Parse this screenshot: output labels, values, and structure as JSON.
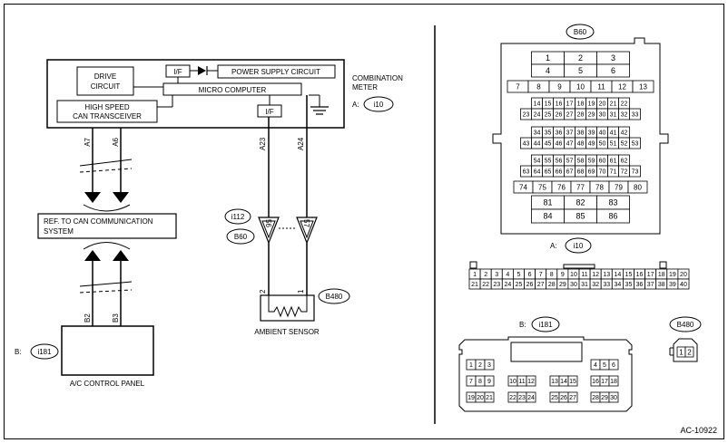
{
  "diagram_id": "AC-10922",
  "combination_meter": {
    "title_line1": "COMBINATION",
    "title_line2": "METER",
    "conn_prefix": "A:",
    "conn": "i10",
    "drive_circuit_line1": "DRIVE",
    "drive_circuit_line2": "CIRCUIT",
    "if_top": "I/F",
    "power_supply": "POWER SUPPLY CIRCUIT",
    "micro_computer": "MICRO COMPUTER",
    "can_line1": "HIGH SPEED",
    "can_line2": "CAN TRANSCEIVER",
    "if_bottom": "I/F"
  },
  "wires": {
    "a7": "A7",
    "a6": "A6",
    "a23": "A23",
    "a24": "A24",
    "b2": "B2",
    "b3": "B3"
  },
  "can_ref": {
    "line1": "REF. TO CAN COMMUNICATION",
    "line2": "SYSTEM"
  },
  "connectors": {
    "i112": "i112",
    "b60": "B60",
    "pin56": "56",
    "pin57": "57",
    "b480": "B480",
    "pin2": "2",
    "pin1": "1"
  },
  "ambient_sensor": "AMBIENT SENSOR",
  "ac_panel": {
    "prefix": "B:",
    "conn": "i181",
    "label": "A/C CONTROL PANEL"
  },
  "b60_face": {
    "title": "B60",
    "rows": [
      [
        "1",
        "2",
        "3"
      ],
      [
        "4",
        "5",
        "6"
      ],
      [
        "7",
        "8",
        "9",
        "10",
        "11",
        "12",
        "13"
      ],
      [
        "14",
        "15",
        "16",
        "17",
        "18",
        "19",
        "20",
        "21",
        "22"
      ],
      [
        "23",
        "24",
        "25",
        "26",
        "27",
        "28",
        "29",
        "30",
        "31",
        "32",
        "33"
      ],
      [
        "34",
        "35",
        "36",
        "37",
        "38",
        "39",
        "40",
        "41",
        "42"
      ],
      [
        "43",
        "44",
        "45",
        "46",
        "47",
        "48",
        "49",
        "50",
        "51",
        "52",
        "53"
      ],
      [
        "54",
        "55",
        "56",
        "57",
        "58",
        "59",
        "60",
        "61",
        "62"
      ],
      [
        "63",
        "64",
        "65",
        "66",
        "67",
        "68",
        "69",
        "70",
        "71",
        "72",
        "73"
      ],
      [
        "74",
        "75",
        "76",
        "77",
        "78",
        "79",
        "80"
      ],
      [
        "81",
        "82",
        "83"
      ],
      [
        "84",
        "85",
        "86"
      ]
    ]
  },
  "i10_face": {
    "prefix": "A:",
    "title": "i10",
    "row1": [
      "1",
      "2",
      "3",
      "4",
      "5",
      "6",
      "7",
      "8",
      "9",
      "10",
      "11",
      "12",
      "13",
      "14",
      "15",
      "16",
      "17",
      "18",
      "19",
      "20"
    ],
    "row2": [
      "21",
      "22",
      "23",
      "24",
      "25",
      "26",
      "27",
      "28",
      "29",
      "30",
      "31",
      "32",
      "33",
      "34",
      "35",
      "36",
      "37",
      "38",
      "39",
      "40"
    ]
  },
  "i181_face": {
    "prefix": "B:",
    "title": "i181",
    "rows": [
      [
        [
          "1",
          "2",
          "3"
        ],
        [
          "4",
          "5",
          "6"
        ]
      ],
      [
        [
          "7",
          "8",
          "9"
        ],
        [
          "10",
          "11",
          "12"
        ],
        [
          "13",
          "14",
          "15"
        ],
        [
          "16",
          "17",
          "18"
        ]
      ],
      [
        [
          "19",
          "20",
          "21"
        ],
        [
          "22",
          "23",
          "24"
        ],
        [
          "25",
          "26",
          "27"
        ],
        [
          "28",
          "29",
          "30"
        ]
      ]
    ]
  },
  "b480_face": {
    "title": "B480",
    "pins": [
      "1",
      "2"
    ]
  }
}
